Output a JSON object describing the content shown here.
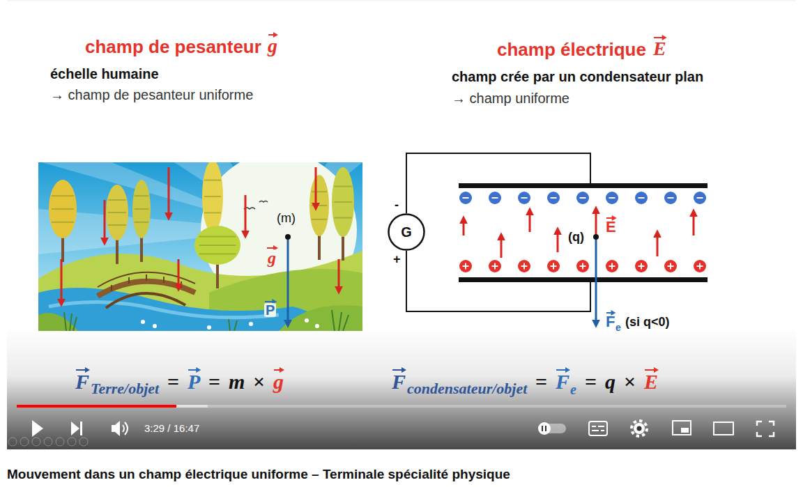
{
  "diagram": {
    "caption": "Mouvement dans un champ électrique uniforme – Terminale spécialité physique",
    "nodes": [
      {
        "text": [
          "G"
        ]
      }
    ],
    "labels": [
      "champ de pesanteur",
      "g",
      "échelle humaine",
      "→ champ de pesanteur uniforme",
      "champ électrique",
      "E",
      "champ crée par un condensateur plan",
      "→ champ uniforme",
      "(m)",
      "g",
      "P",
      "-",
      "+",
      "(q)",
      "E",
      "F",
      "e",
      "(si q<0)",
      "F",
      "Terre/objet",
      "=",
      "P",
      "=",
      "m",
      "×",
      "g",
      "F",
      "condensateur/objet",
      "=",
      "F",
      "e",
      "=",
      "q",
      "×",
      "E",
      "3:29 / 16:47"
    ]
  }
}
